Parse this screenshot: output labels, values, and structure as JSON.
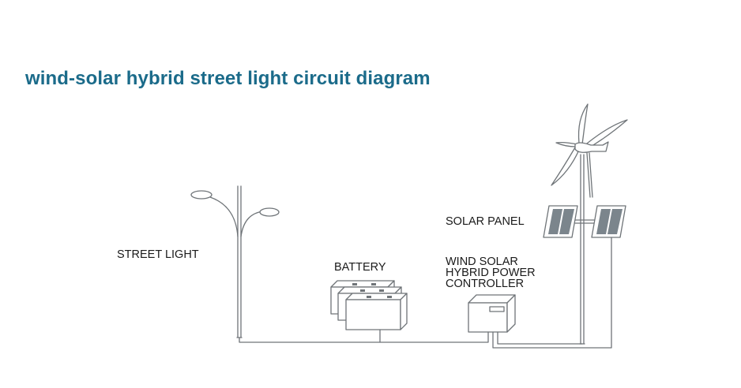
{
  "title": "wind-solar hybrid street light circuit diagram",
  "labels": {
    "street_light": "STREET LIGHT",
    "battery": "BATTERY",
    "solar_panel": "SOLAR PANEL",
    "controller_line1": "WIND SOLAR",
    "controller_line2": "HYBRID POWER",
    "controller_line3": "CONTROLLER"
  },
  "colors": {
    "title": "#1b6b8a",
    "line": "#6f7478",
    "panel_fill": "#7b858c",
    "box_fill": "#ffffff"
  },
  "icons": [
    "street-light-icon",
    "battery-icon",
    "controller-icon",
    "solar-panel-icon",
    "wind-turbine-icon"
  ]
}
